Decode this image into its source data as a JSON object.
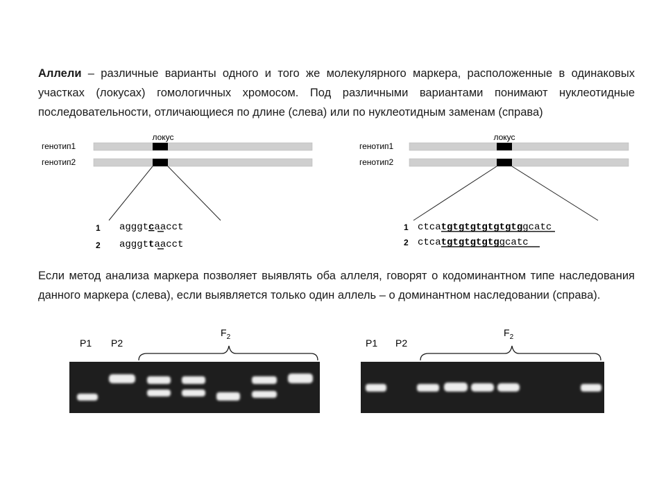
{
  "intro": {
    "term": "Аллели",
    "text": " – различные варианты одного и того же молекулярного маркера, расположенные в одинаковых участках (локусах) гомологичных хромосом. Под различными вариантами понимают нуклеотидные последовательности, отличающиеся по длине (слева) или по нуклеотидным заменам (справа)"
  },
  "left_diagram": {
    "locus_label": "локус",
    "genotype1": "генотип1",
    "genotype2": "генотип2",
    "seq1_num": "1",
    "seq1_pre": "agggt",
    "seq1_mut": "c",
    "seq1_post": "aacct",
    "seq2_num": "2",
    "seq2_pre": "agggt",
    "seq2_mut": "t",
    "seq2_post": "aacct"
  },
  "right_diagram": {
    "locus_label": "локус",
    "genotype1": "генотип1",
    "genotype2": "генотип2",
    "seq1_num": "1",
    "seq1_pre": "ctca",
    "seq1_repeat": "tgtgtgtgtgtgtg",
    "seq1_post": "gcatc",
    "seq2_num": "2",
    "seq2_pre": "ctca",
    "seq2_repeat": "tgtgtgtgtg",
    "seq2_post": "gcatc"
  },
  "conclusion": {
    "text": "Если метод анализа маркера позволяет выявлять оба аллеля, говорят о кодоминантном типе наследования данного маркера (слева), если выявляется только один аллель – о доминантном наследовании (справа)."
  },
  "left_gel": {
    "p1_label": "P1",
    "p2_label": "P2",
    "f2_label": "F",
    "f2_sub": "2"
  },
  "right_gel": {
    "p1_label": "P1",
    "p2_label": "P2",
    "f2_label": "F",
    "f2_sub": "2"
  },
  "colors": {
    "chromosome": "#cfcfcf",
    "locus": "#000000",
    "gel_bg": "#1e1e1e",
    "band": "#ededed"
  }
}
